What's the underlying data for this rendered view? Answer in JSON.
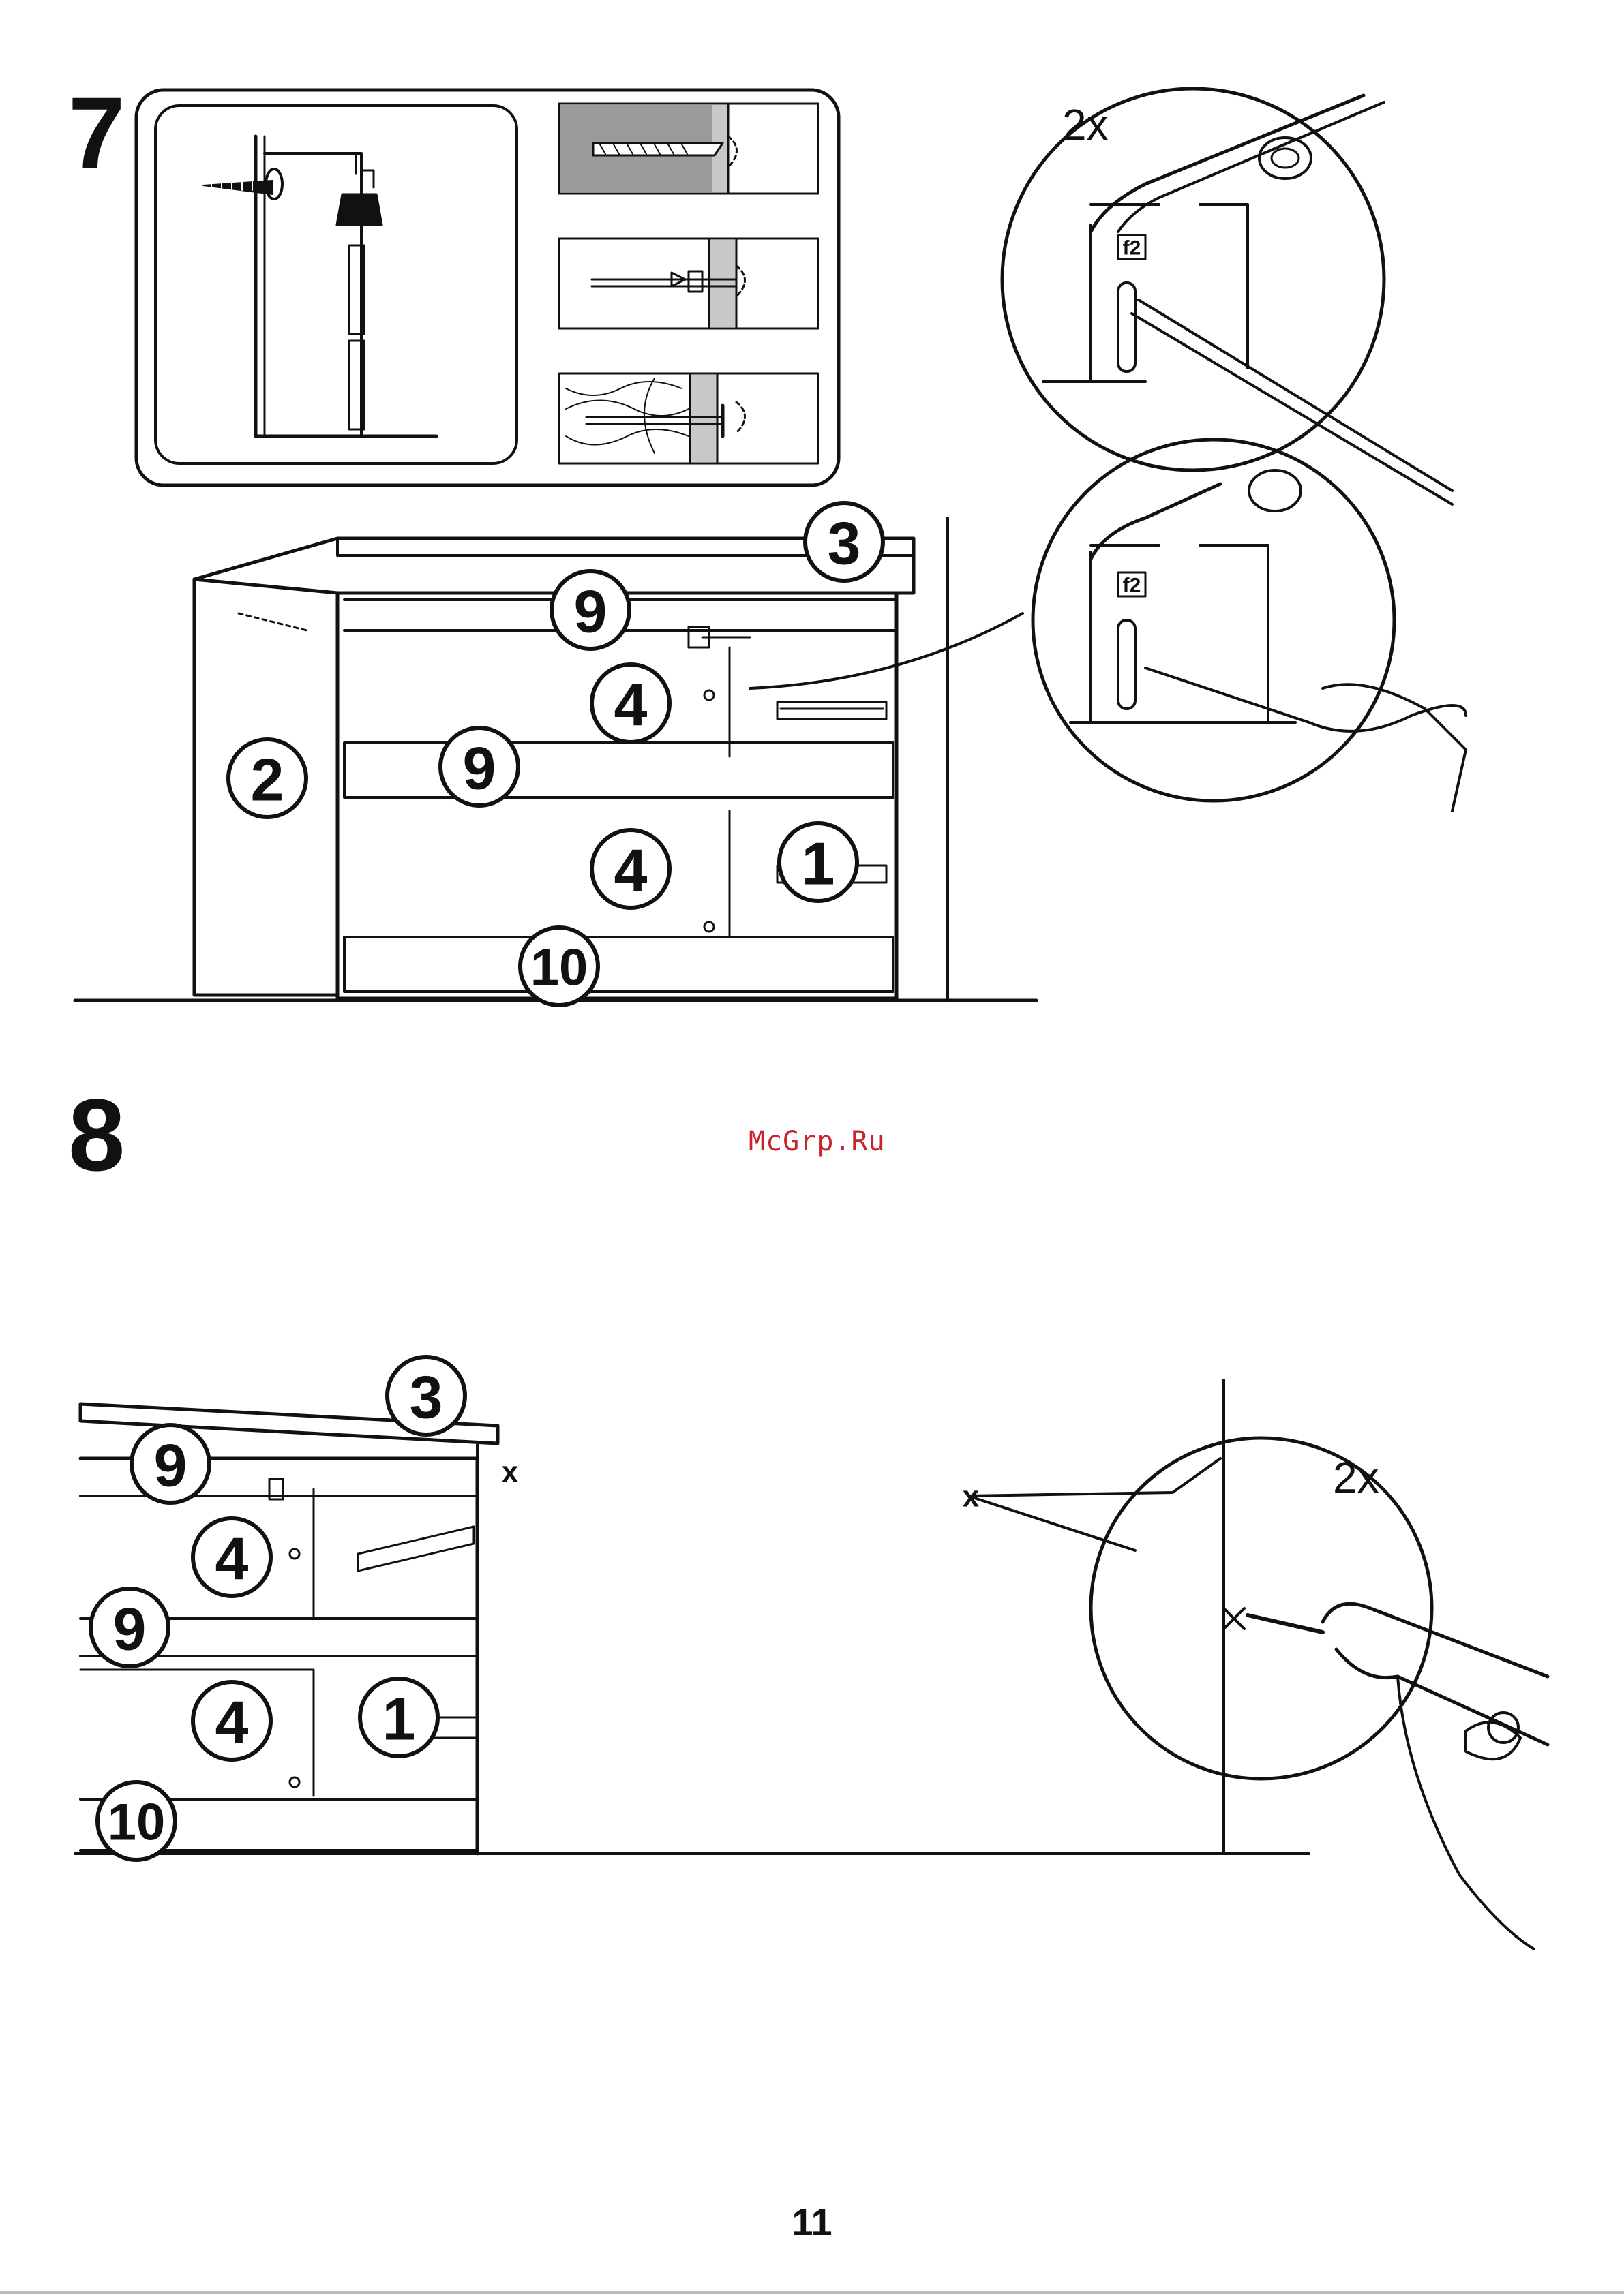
{
  "page": {
    "number": "11",
    "watermark": "McGrp.Ru"
  },
  "steps": [
    {
      "number": "7",
      "multiplier_labels": [
        "2x"
      ],
      "tag_label": "f2",
      "callouts": [
        "3",
        "9",
        "4",
        "2",
        "9",
        "4",
        "1",
        "10"
      ]
    },
    {
      "number": "8",
      "multiplier_labels": [
        "2x"
      ],
      "mark_label": "x",
      "callouts": [
        "3",
        "9",
        "4",
        "9",
        "4",
        "1",
        "10"
      ]
    }
  ]
}
